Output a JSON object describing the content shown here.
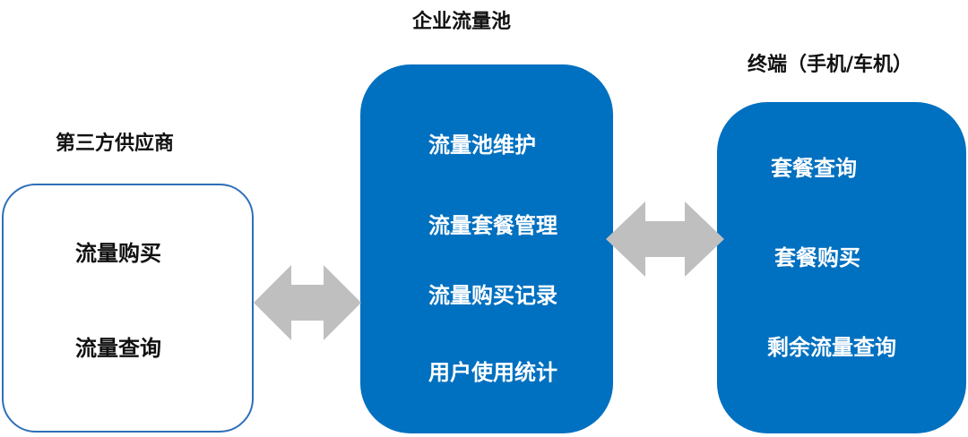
{
  "colors": {
    "box_blue": "#0070c0",
    "outline_blue": "#2f6fb8",
    "arrow_gray": "#bfbfbf"
  },
  "third_party": {
    "title": "第三方供应商",
    "items": [
      "流量购买",
      "流量查询"
    ]
  },
  "enterprise_pool": {
    "title": "企业流量池",
    "items": [
      "流量池维护",
      "流量套餐管理",
      "流量购买记录",
      "用户使用统计"
    ]
  },
  "terminal": {
    "title": "终端（手机/车机）",
    "items": [
      "套餐查询",
      "套餐购买",
      "剩余流量查询"
    ]
  },
  "connectors": [
    {
      "from": "third_party",
      "to": "enterprise_pool",
      "type": "double-arrow"
    },
    {
      "from": "enterprise_pool",
      "to": "terminal",
      "type": "double-arrow"
    }
  ]
}
